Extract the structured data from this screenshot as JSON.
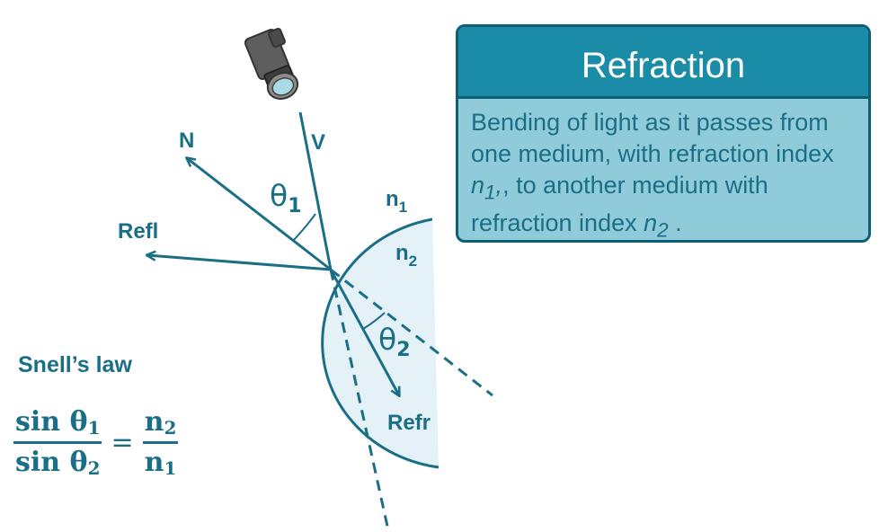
{
  "labels": {
    "normal": "N",
    "view": "V",
    "reflection": "Refl",
    "refraction": "Refr",
    "theta1": "θ",
    "theta1_sub": "1",
    "theta2": "θ",
    "theta2_sub": "2",
    "n1": "n",
    "n1_sub": "1",
    "n2": "n",
    "n2_sub": "2"
  },
  "info_box": {
    "title": "Refraction",
    "text_1": "Bending of light as it passes from one medium, with refraction index ",
    "n1": "n",
    "n1_sub": "1",
    "text_2": ", to another medium with refraction index ",
    "n2": "n",
    "n2_sub": "2",
    "text_3": " ."
  },
  "snell": {
    "title": "Snell’s law",
    "num_left": "sin θ",
    "num_left_sub": "1",
    "den_left": "sin θ",
    "den_left_sub": "2",
    "equals": "=",
    "num_right": "n",
    "num_right_sub": "2",
    "den_right": "n",
    "den_right_sub": "1"
  },
  "icons": {
    "camera": "camera-icon"
  },
  "colors": {
    "accent": "#1a6f86",
    "title_bar": "#1b8ca8",
    "box_body": "#8fcbd9",
    "medium": "#e4f1f7"
  }
}
